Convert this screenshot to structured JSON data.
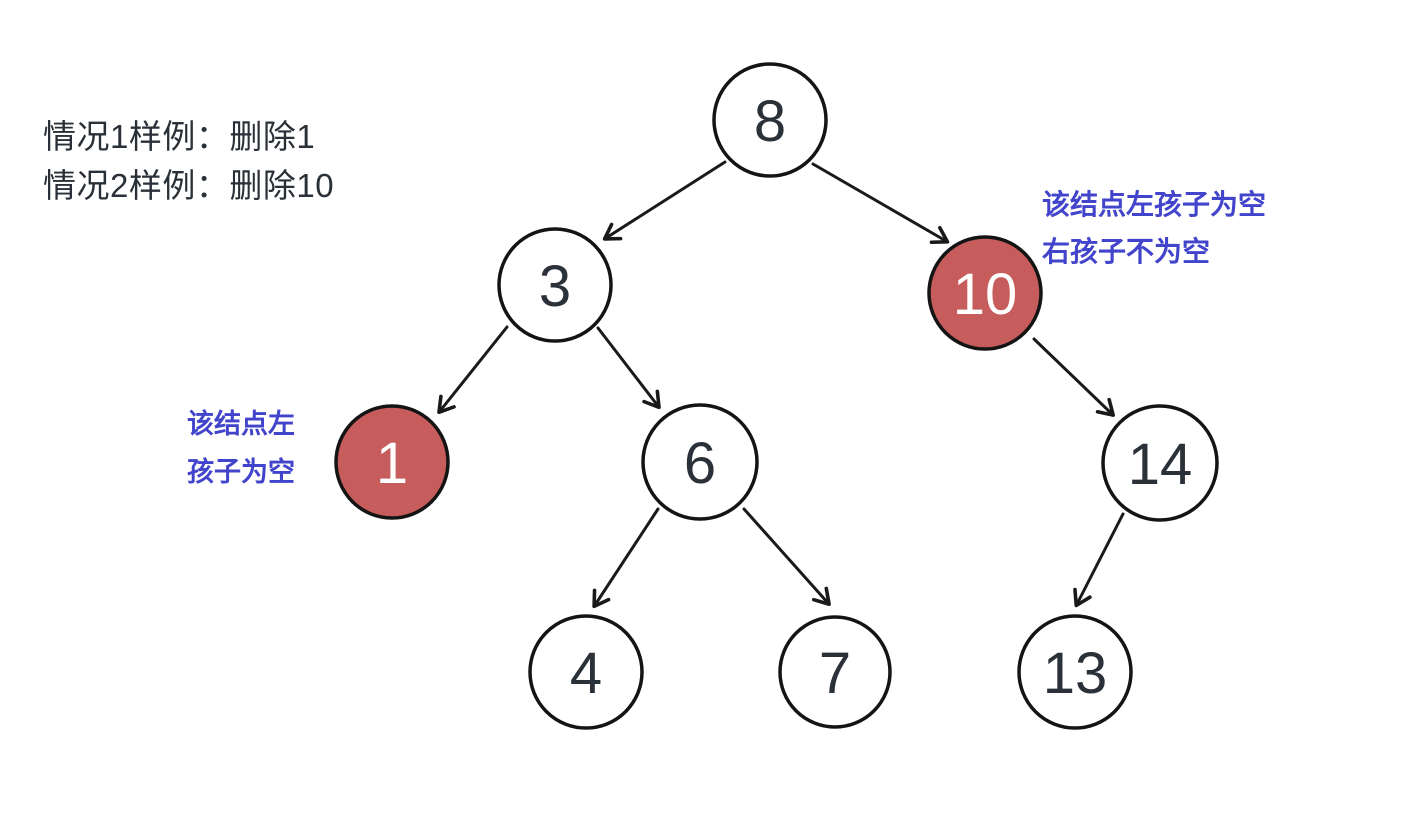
{
  "colors": {
    "highlight_fill": "#c75c5c",
    "node_fill": "#ffffff",
    "node_stroke": "#141414",
    "edge_stroke": "#1a1a1a",
    "node_text_dark": "#2b3139",
    "node_text_light": "#ffffff",
    "annotation_blue": "#4245cb",
    "caption_dark": "#2a3038",
    "background": "#ffffff"
  },
  "caption": {
    "line1": "情况1样例：删除1",
    "line2": "情况2样例：删除10"
  },
  "annotations": {
    "left": {
      "line1": "该结点左",
      "line2": "孩子为空",
      "target_node": "1"
    },
    "right": {
      "line1": "该结点左孩子为空",
      "line2": "右孩子不为空",
      "target_node": "10"
    }
  },
  "tree": {
    "type": "binary-search-tree",
    "nodes": [
      {
        "id": "8",
        "label": "8",
        "highlighted": false
      },
      {
        "id": "3",
        "label": "3",
        "highlighted": false
      },
      {
        "id": "10",
        "label": "10",
        "highlighted": true
      },
      {
        "id": "1",
        "label": "1",
        "highlighted": true
      },
      {
        "id": "6",
        "label": "6",
        "highlighted": false
      },
      {
        "id": "14",
        "label": "14",
        "highlighted": false
      },
      {
        "id": "4",
        "label": "4",
        "highlighted": false
      },
      {
        "id": "7",
        "label": "7",
        "highlighted": false
      },
      {
        "id": "13",
        "label": "13",
        "highlighted": false
      }
    ],
    "edges": [
      {
        "parent": "8",
        "child": "3",
        "side": "left"
      },
      {
        "parent": "8",
        "child": "10",
        "side": "right"
      },
      {
        "parent": "3",
        "child": "1",
        "side": "left"
      },
      {
        "parent": "3",
        "child": "6",
        "side": "right"
      },
      {
        "parent": "6",
        "child": "4",
        "side": "left"
      },
      {
        "parent": "6",
        "child": "7",
        "side": "right"
      },
      {
        "parent": "10",
        "child": "14",
        "side": "right"
      },
      {
        "parent": "14",
        "child": "13",
        "side": "left"
      }
    ]
  }
}
